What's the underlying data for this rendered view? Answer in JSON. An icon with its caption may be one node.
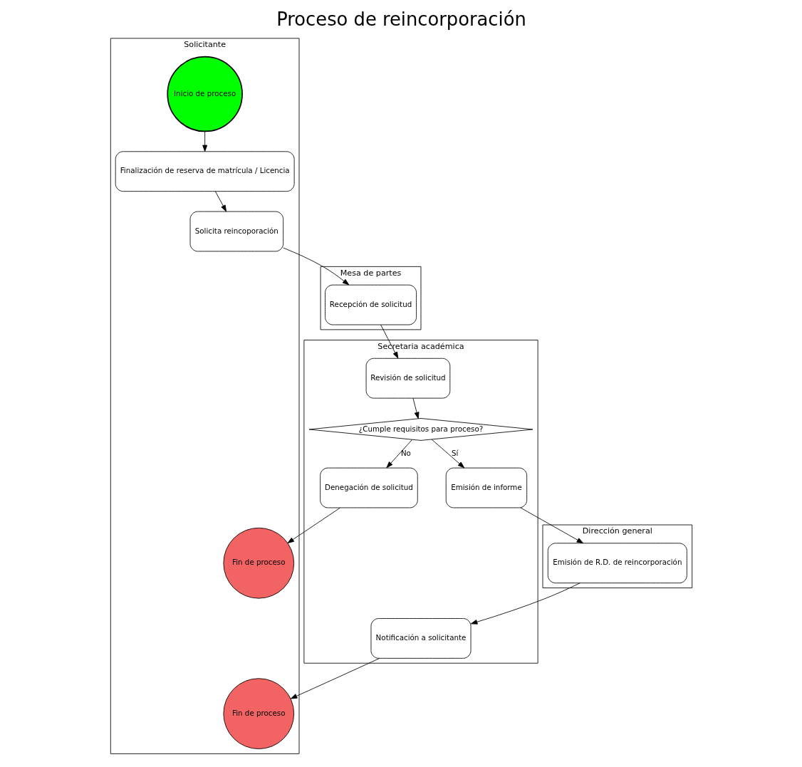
{
  "diagram": {
    "title": "Proceso de reincorporación",
    "nodes": [
      {
        "text": [
          "Solicitante"
        ]
      },
      {
        "text": [
          "Mesa de partes"
        ]
      },
      {
        "text": [
          "Secretaria académica"
        ]
      },
      {
        "text": [
          "Dirección general"
        ]
      },
      {
        "text": [
          "Inicio de proceso"
        ],
        "in": 0
      },
      {
        "text": [
          "Finalización de reserva de matrícula / Licencia"
        ],
        "in": 0
      },
      {
        "text": [
          "Solicita reincoporación"
        ],
        "in": 0
      },
      {
        "text": [
          "Fin de proceso"
        ],
        "in": 0
      },
      {
        "text": [
          "Fin de proceso"
        ],
        "in": 0
      },
      {
        "text": [
          "Recepción de solicitud"
        ],
        "in": 1
      },
      {
        "text": [
          "Revisión de solicitud"
        ],
        "in": 2
      },
      {
        "text": [
          "¿Cumple requisitos para proceso?"
        ],
        "in": 2
      },
      {
        "text": [
          "Denegación de solicitud"
        ],
        "in": 2
      },
      {
        "text": [
          "Emisión de informe"
        ],
        "in": 2
      },
      {
        "text": [
          "Notificación a solicitante"
        ],
        "in": 2
      },
      {
        "text": [
          "Emisión de R.D. de reincorporación"
        ],
        "in": 3
      }
    ],
    "edges": [
      {
        "from": 4,
        "to": 5,
        "arrow": "to"
      },
      {
        "from": 5,
        "to": 6,
        "arrow": "to"
      },
      {
        "from": 6,
        "to": 9,
        "arrow": "to"
      },
      {
        "from": 9,
        "to": 10,
        "arrow": "to"
      },
      {
        "from": 10,
        "to": 11,
        "arrow": "to"
      },
      {
        "from": 11,
        "to": 12,
        "label": "No",
        "arrow": "to"
      },
      {
        "from": 11,
        "to": 13,
        "label": "Sí",
        "arrow": "to"
      },
      {
        "from": 12,
        "to": 7,
        "arrow": "to"
      },
      {
        "from": 13,
        "to": 15,
        "arrow": "to"
      },
      {
        "from": 15,
        "to": 14,
        "arrow": "to"
      },
      {
        "from": 14,
        "to": 8,
        "arrow": "to"
      }
    ]
  }
}
